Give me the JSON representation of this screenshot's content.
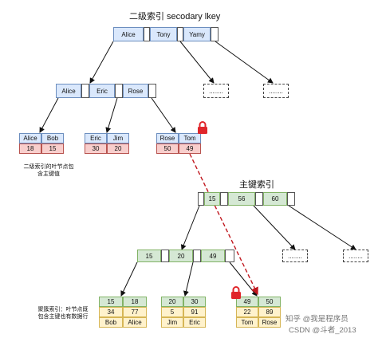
{
  "secondary_title": "二级索引 secodary lkey",
  "primary_title": "主键索引",
  "secondary_root": [
    "Alice",
    "Tony",
    "Yamy"
  ],
  "secondary_mid": [
    "Alice",
    "Eric",
    "Rose"
  ],
  "secondary_leaves": [
    {
      "keys": [
        "Alice",
        "Bob"
      ],
      "ids": [
        "18",
        "15"
      ]
    },
    {
      "keys": [
        "Eric",
        "Jim"
      ],
      "ids": [
        "30",
        "20"
      ]
    },
    {
      "keys": [
        "Rose",
        "Tom"
      ],
      "ids": [
        "50",
        "49"
      ]
    }
  ],
  "dashed_label": "........",
  "secondary_note": "二级索引的叶节点包\n含主键值",
  "primary_root": [
    "15",
    "56",
    "60"
  ],
  "primary_mid": [
    "15",
    "20",
    "49"
  ],
  "primary_leaves": [
    {
      "ids": [
        "15",
        "18"
      ],
      "ages": [
        "34",
        "77"
      ],
      "names": [
        "Bob",
        "Alice"
      ]
    },
    {
      "ids": [
        "20",
        "30"
      ],
      "ages": [
        "5",
        "91"
      ],
      "names": [
        "Jim",
        "Eric"
      ]
    },
    {
      "ids": [
        "49",
        "50"
      ],
      "ages": [
        "22",
        "89"
      ],
      "names": [
        "Tom",
        "Rose"
      ]
    }
  ],
  "clustered_note": "聚簇索引：叶节点既\n包含主键也有数据行",
  "watermark_1": "知乎 @我是程序员",
  "watermark_2": "CSDN @斗者_2013",
  "colors": {
    "blue": "#dae8fc",
    "green": "#d5e8d4",
    "red": "#f8cecc",
    "yellow": "#fff2cc",
    "lock": "#e0262b",
    "arrow": "#c0181f"
  }
}
